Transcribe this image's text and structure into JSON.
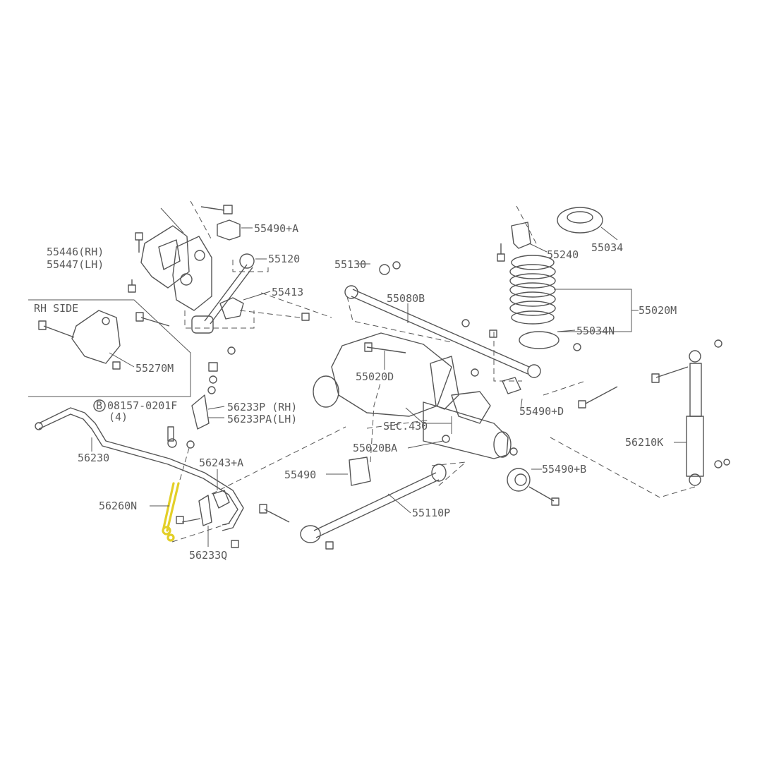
{
  "labels": {
    "p55490A": "55490+A",
    "p55446": "55446(RH)",
    "p55447": "55447(LH)",
    "p55120": "55120",
    "p55413": "55413",
    "rhSide": "RH SIDE",
    "p55270M": "55270M",
    "p55130": "55130",
    "p55080B": "55080B",
    "p55240": "55240",
    "p55034": "55034",
    "p55020M": "55020M",
    "p55034N": "55034N",
    "p55020D": "55020D",
    "p56233P": "56233P (RH)",
    "p56233PA": "56233PA(LH)",
    "boltCircle": "B",
    "boltNum": "08157-0201F",
    "boltQty": "(4)",
    "p56230": "56230",
    "p55490D": "55490+D",
    "sec430": "SEC.430",
    "p56210K": "56210K",
    "p55020BA": "55020BA",
    "p55490": "55490",
    "p56243A": "56243+A",
    "p55490B": "55490+B",
    "p56260N": "56260N",
    "p55110P": "55110P",
    "p56233Q": "56233Q"
  },
  "highlight": {
    "part": "56260N",
    "color": "#e3cf27"
  },
  "colors": {
    "line": "#555555",
    "text": "#5a5a5a",
    "background": "#ffffff"
  }
}
